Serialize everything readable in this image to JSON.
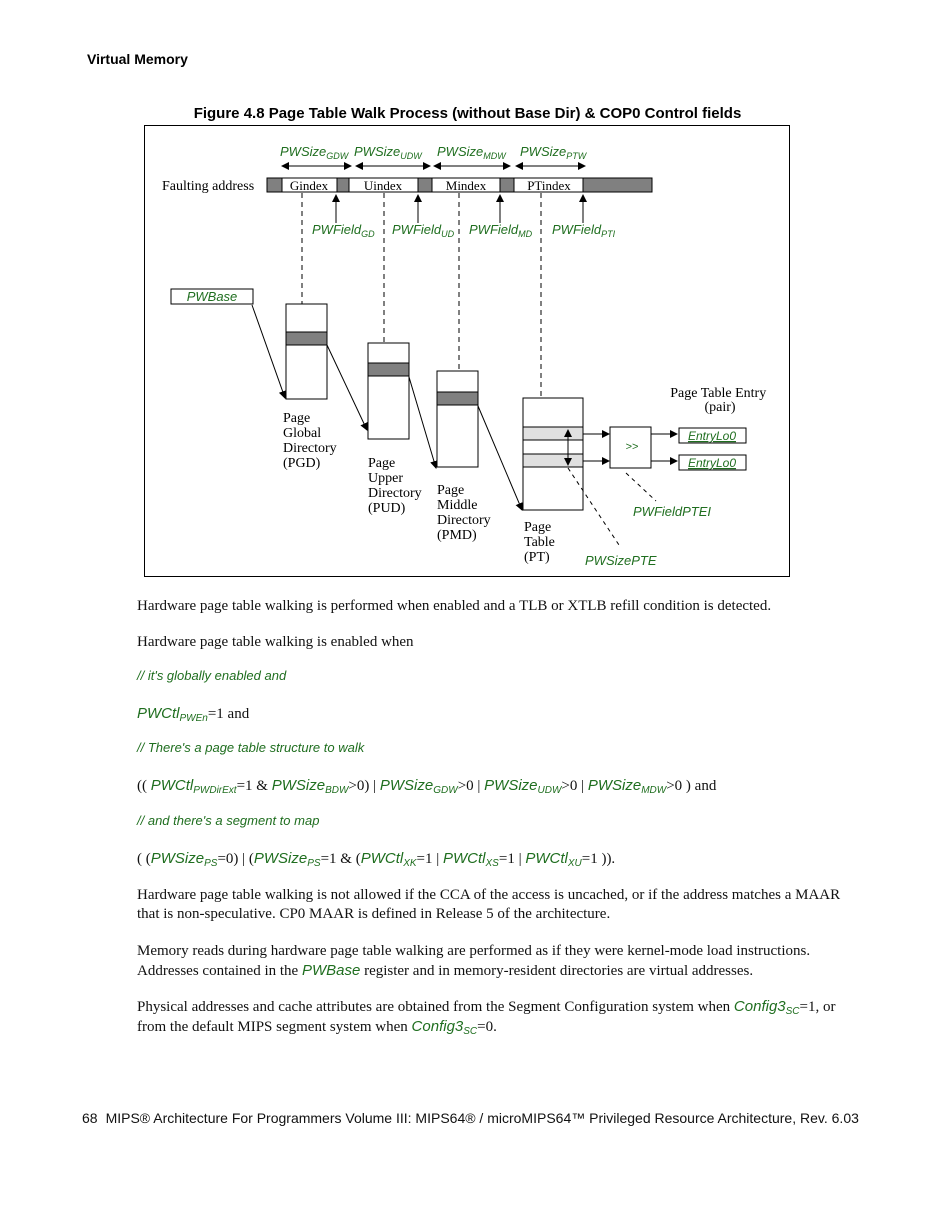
{
  "header": {
    "section": "Virtual Memory"
  },
  "figure": {
    "caption": "Figure 4.8 Page Table Walk Process (without Base Dir) & COP0 Control fields",
    "faulting_address_label": "Faulting address",
    "index_fields": [
      "Gindex",
      "Uindex",
      "Mindex",
      "PTindex"
    ],
    "size_labels": [
      {
        "main": "PWSize",
        "sub": "GDW"
      },
      {
        "main": "PWSize",
        "sub": "UDW"
      },
      {
        "main": "PWSize",
        "sub": "MDW"
      },
      {
        "main": "PWSize",
        "sub": "PTW"
      }
    ],
    "field_labels": [
      {
        "main": "PWField",
        "sub": "GD"
      },
      {
        "main": "PWField",
        "sub": "UD"
      },
      {
        "main": "PWField",
        "sub": "MD"
      },
      {
        "main": "PWField",
        "sub": "PTI"
      }
    ],
    "pwbase_label": "PWBase",
    "tables": [
      {
        "lines": [
          "Page",
          "Global",
          "Directory",
          "(PGD)"
        ]
      },
      {
        "lines": [
          "Page",
          "Upper",
          "Directory",
          "(PUD)"
        ]
      },
      {
        "lines": [
          "Page",
          "Middle",
          "Directory",
          "(PMD)"
        ]
      },
      {
        "lines": [
          "Page",
          "Table",
          "(PT)"
        ]
      }
    ],
    "shift_label": ">>",
    "pte_title": [
      "Page Table Entry",
      "(pair)"
    ],
    "entry_labels": [
      "EntryLo0",
      "EntryLo0"
    ],
    "pwfield_ptei": "PWFieldPTEI",
    "pwsize_pte": "PWSizePTE"
  },
  "body": {
    "p1": "Hardware page table walking is performed when enabled and a TLB or XTLB refill condition is detected.",
    "p2": "Hardware page table walking is enabled when",
    "c1": "// it's globally enabled and",
    "line1_main": "PWCtl",
    "line1_sub": "PWEn",
    "line1_rest": "=1 and",
    "c2": "// There's a page table structure to walk",
    "line2": {
      "t0": "(( ",
      "a": "PWCtl",
      "a_sub": "PWDirExt",
      "a_rest": "=1 & ",
      "b": "PWSize",
      "b_sub": "BDW",
      "b_rest": ">0) | ",
      "c": "PWSize",
      "c_sub": "GDW",
      "c_rest": ">0 | ",
      "d": "PWSize",
      "d_sub": "UDW",
      "d_rest": ">0 | ",
      "e": "PWSize",
      "e_sub": "MDW",
      "e_rest": ">0 ) and"
    },
    "c3": "// and there's a segment to map",
    "line3": {
      "t0": "( (",
      "a": "PWSize",
      "a_sub": "PS",
      "a_rest": "=0) | (",
      "b": "PWSize",
      "b_sub": "PS",
      "b_rest": "=1 & (",
      "c": "PWCtl",
      "c_sub": "XK",
      "c_rest": "=1 | ",
      "d": "PWCtl",
      "d_sub": "XS",
      "d_rest": "=1 | ",
      "e": "PWCtl",
      "e_sub": "XU",
      "e_rest": "=1 ))."
    },
    "p3": "Hardware page table walking is not allowed if the CCA of the access is uncached, or if the address matches a MAAR that is non-speculative. CP0 MAAR is defined in Release 5 of the architecture.",
    "p4_a": "Memory reads during hardware page table walking are performed as if they were kernel-mode load instructions. Addresses contained in the ",
    "p4_b": "PWBase",
    "p4_c": " register and in memory-resident directories are virtual addresses.",
    "p5_a": "Physical addresses and cache attributes are obtained from the Segment Configuration system when ",
    "p5_b": "Config3",
    "p5_b_sub": "SC",
    "p5_c": "=1, or from the default MIPS segment system when ",
    "p5_d": "Config3",
    "p5_d_sub": "SC",
    "p5_e": "=0."
  },
  "footer": {
    "page_number": "68",
    "title": "MIPS® Architecture For Programmers Volume III: MIPS64® / microMIPS64™ Privileged Resource Architecture, Rev. 6.03"
  }
}
